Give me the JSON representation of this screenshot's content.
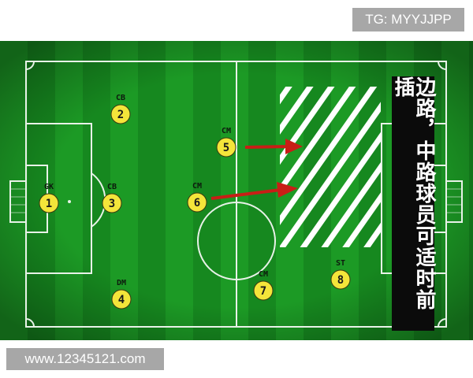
{
  "watermark_top": "TG: MYYJJPP",
  "watermark_bottom": "www.12345121.com",
  "colors": {
    "pitch_dark": "#12791c",
    "pitch_light": "#1c9a25",
    "player_fill": "#f4e53a",
    "arrow": "#c81e16",
    "callout_bg": "#0b0b0b"
  },
  "players": [
    {
      "position": "GK",
      "number": "1"
    },
    {
      "position": "CB",
      "number": "2"
    },
    {
      "position": "CB",
      "number": "3"
    },
    {
      "position": "DM",
      "number": "4"
    },
    {
      "position": "CM",
      "number": "5"
    },
    {
      "position": "CM",
      "number": "6"
    },
    {
      "position": "CM",
      "number": "7"
    },
    {
      "position": "ST",
      "number": "8"
    }
  ],
  "callout_text": "边路，中路球员可适时前插"
}
